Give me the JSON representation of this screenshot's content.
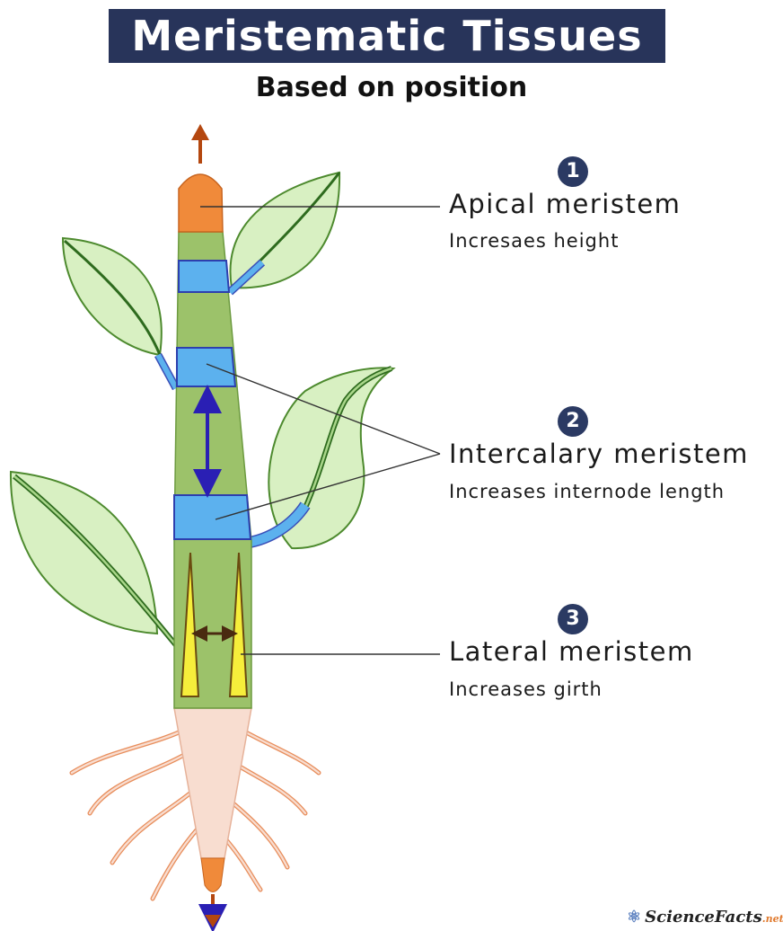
{
  "title": "Meristematic Tissues",
  "subtitle": "Based on position",
  "labels": [
    {
      "number": "1",
      "name": "Apical meristem",
      "description": "Incresaes height"
    },
    {
      "number": "2",
      "name": "Intercalary meristem",
      "description": "Increases internode length"
    },
    {
      "number": "3",
      "name": "Lateral meristem",
      "description": "Increases girth"
    }
  ],
  "logo": {
    "text": "ScienceFacts",
    "suffix": ".net"
  },
  "colors": {
    "title_bg": "#28345a",
    "badge": "#2b3a63",
    "stem": "#9cc26a",
    "apical_tip": "#f08a3a",
    "intercalary": "#5cb1ee",
    "lateral": "#f6ee3b",
    "leaf": "#d8f0c2",
    "root": "#f8ddd0",
    "root_lines": "#e88e5c",
    "growth_arrow": "#b4470f",
    "internode_arrow": "#2a1fb4"
  }
}
